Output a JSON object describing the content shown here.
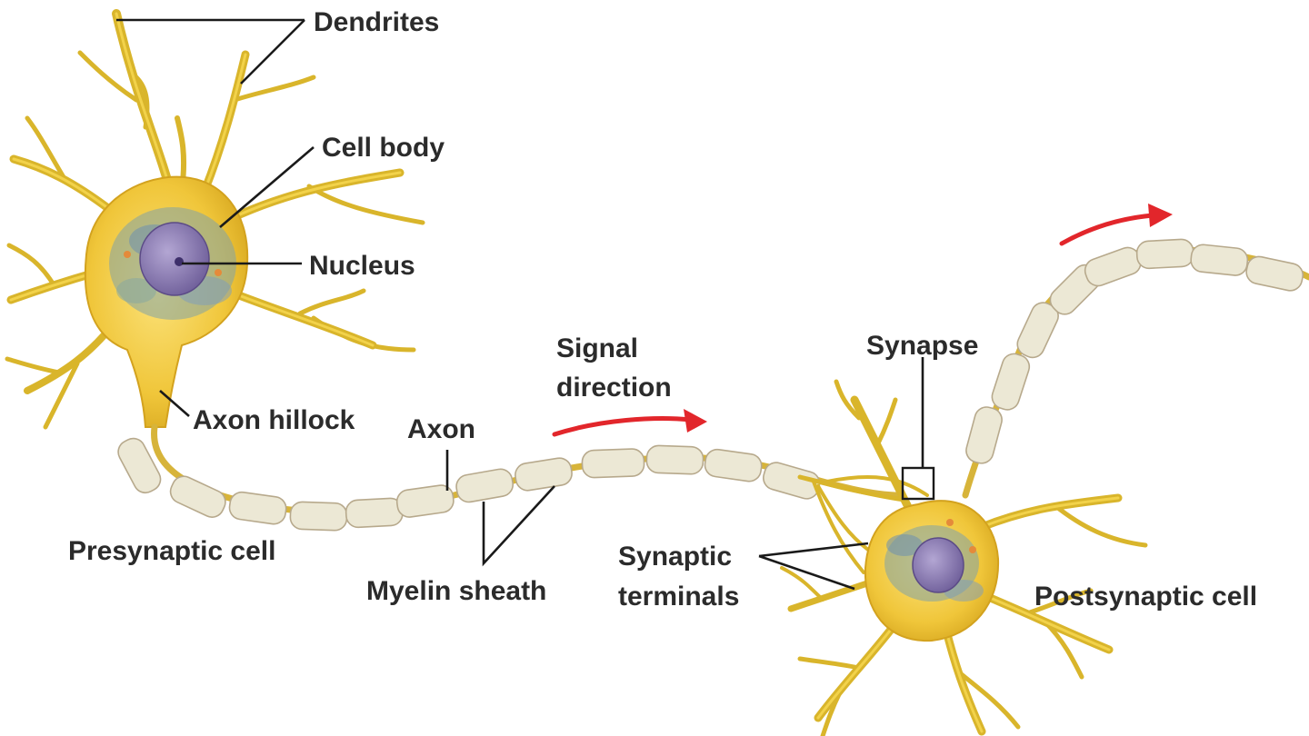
{
  "labels": {
    "dendrites": "Dendrites",
    "cell_body": "Cell body",
    "nucleus": "Nucleus",
    "axon_hillock": "Axon hillock",
    "axon": "Axon",
    "signal_direction_line1": "Signal",
    "signal_direction_line2": "direction",
    "synapse": "Synapse",
    "presynaptic_cell": "Presynaptic cell",
    "myelin_sheath": "Myelin sheath",
    "synaptic_terminals_line1": "Synaptic",
    "synaptic_terminals_line2": "terminals",
    "postsynaptic_cell": "Postsynaptic cell"
  },
  "colors": {
    "cell": "#f0c63a",
    "myelin": "#ece8d5",
    "nucleus": "#8d7fb0",
    "arrow": "#e2262b",
    "text": "#2b2b2b"
  }
}
